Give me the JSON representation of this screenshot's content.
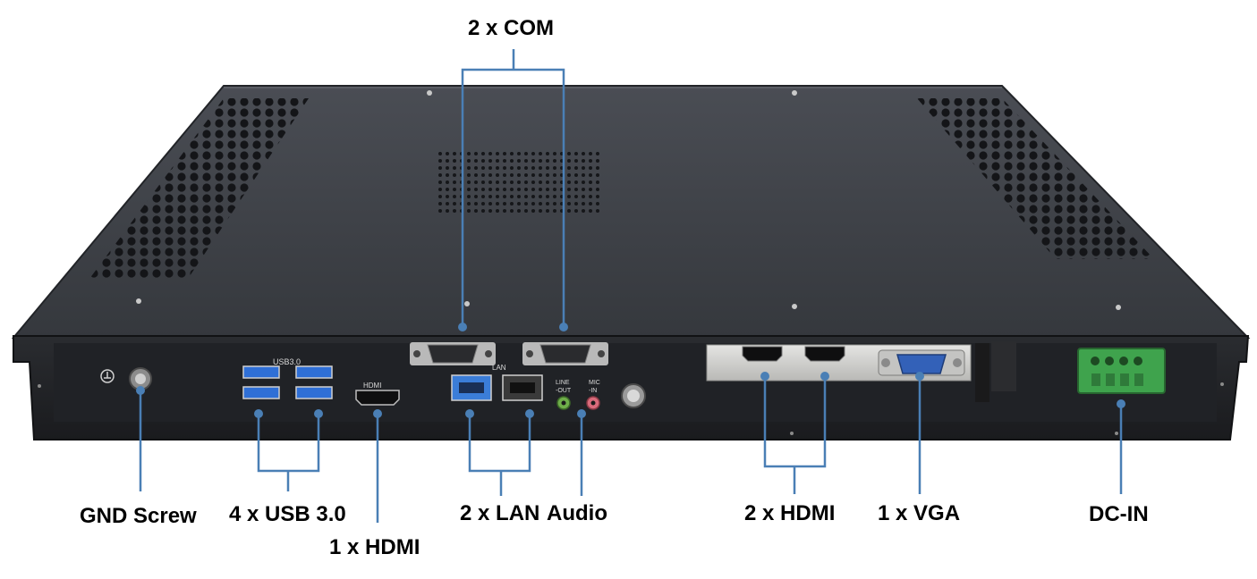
{
  "colors": {
    "background": "#ffffff",
    "chassis": "#3b3e44",
    "chassis_edge": "#1c1d20",
    "leader_line": "#4a7fb5",
    "label_text": "#000000",
    "terminal_block": "#3fa34d",
    "usb_port": "#2f6fd6",
    "lan_port_blue": "#3b7dd8",
    "line_out_jack": "#6fae4a",
    "mic_in_jack": "#d96b7b"
  },
  "panel_text": {
    "usb": "USB3.0",
    "hdmi": "HDMI",
    "lan": "LAN",
    "line_out_1": "LINE",
    "line_out_2": "-OUT",
    "mic_in_1": "MIC",
    "mic_in_2": "-IN"
  },
  "callouts": {
    "com": "2 x COM",
    "gnd": "GND Screw",
    "usb": "4 x USB 3.0",
    "hdmi_single": "1 x HDMI",
    "lan": "2 x LAN",
    "audio": "Audio",
    "hdmi_dual": "2 x HDMI",
    "vga": "1 x VGA",
    "dc_in": "DC-IN"
  }
}
